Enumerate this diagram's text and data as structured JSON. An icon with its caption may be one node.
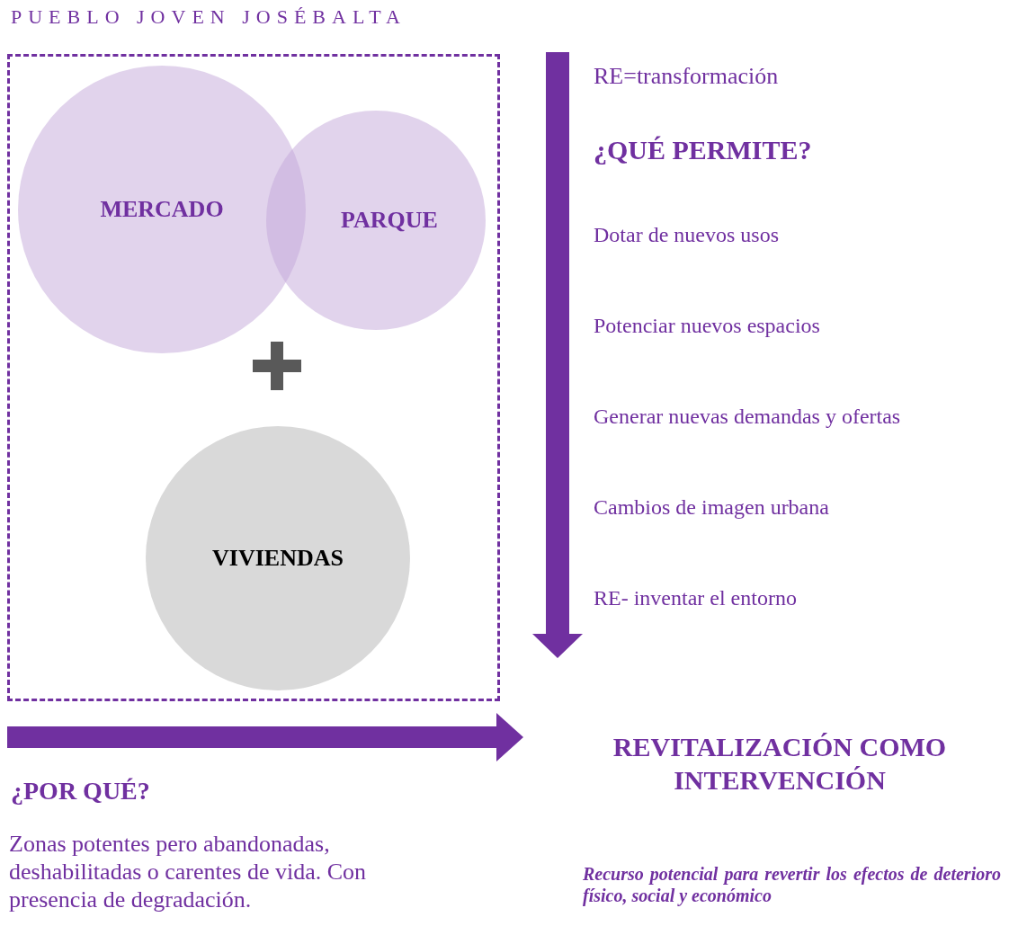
{
  "diagram": {
    "nodes": [
      {
        "text": [
          "PUEBLO JOVEN JOSÉBALTA"
        ]
      },
      {
        "text": [
          "MERCADO"
        ],
        "in": 0
      },
      {
        "text": [
          "PARQUE"
        ],
        "in": 0
      },
      {
        "text": [
          "VIVIENDAS"
        ],
        "in": 0
      },
      {
        "text": [
          "REVITALIZACIÓN COMO INTERVENCIÓN"
        ]
      }
    ],
    "edges": [
      {
        "from": null,
        "to": 4,
        "arrow": "to"
      }
    ],
    "labels": [
      "RE=transformación",
      "¿QUÉ PERMITE?",
      "Dotar de nuevos usos",
      "Potenciar nuevos espacios",
      "Generar nuevas demandas y ofertas",
      "Cambios de imagen urbana",
      "RE- inventar el entorno",
      "¿POR QUÉ?",
      "Zonas potentes pero abandonadas, deshabilitadas o carentes de vida. Con presencia de degradación.",
      "Recurso potencial para revertir los efectos de deterioro físico, social y económico"
    ]
  }
}
